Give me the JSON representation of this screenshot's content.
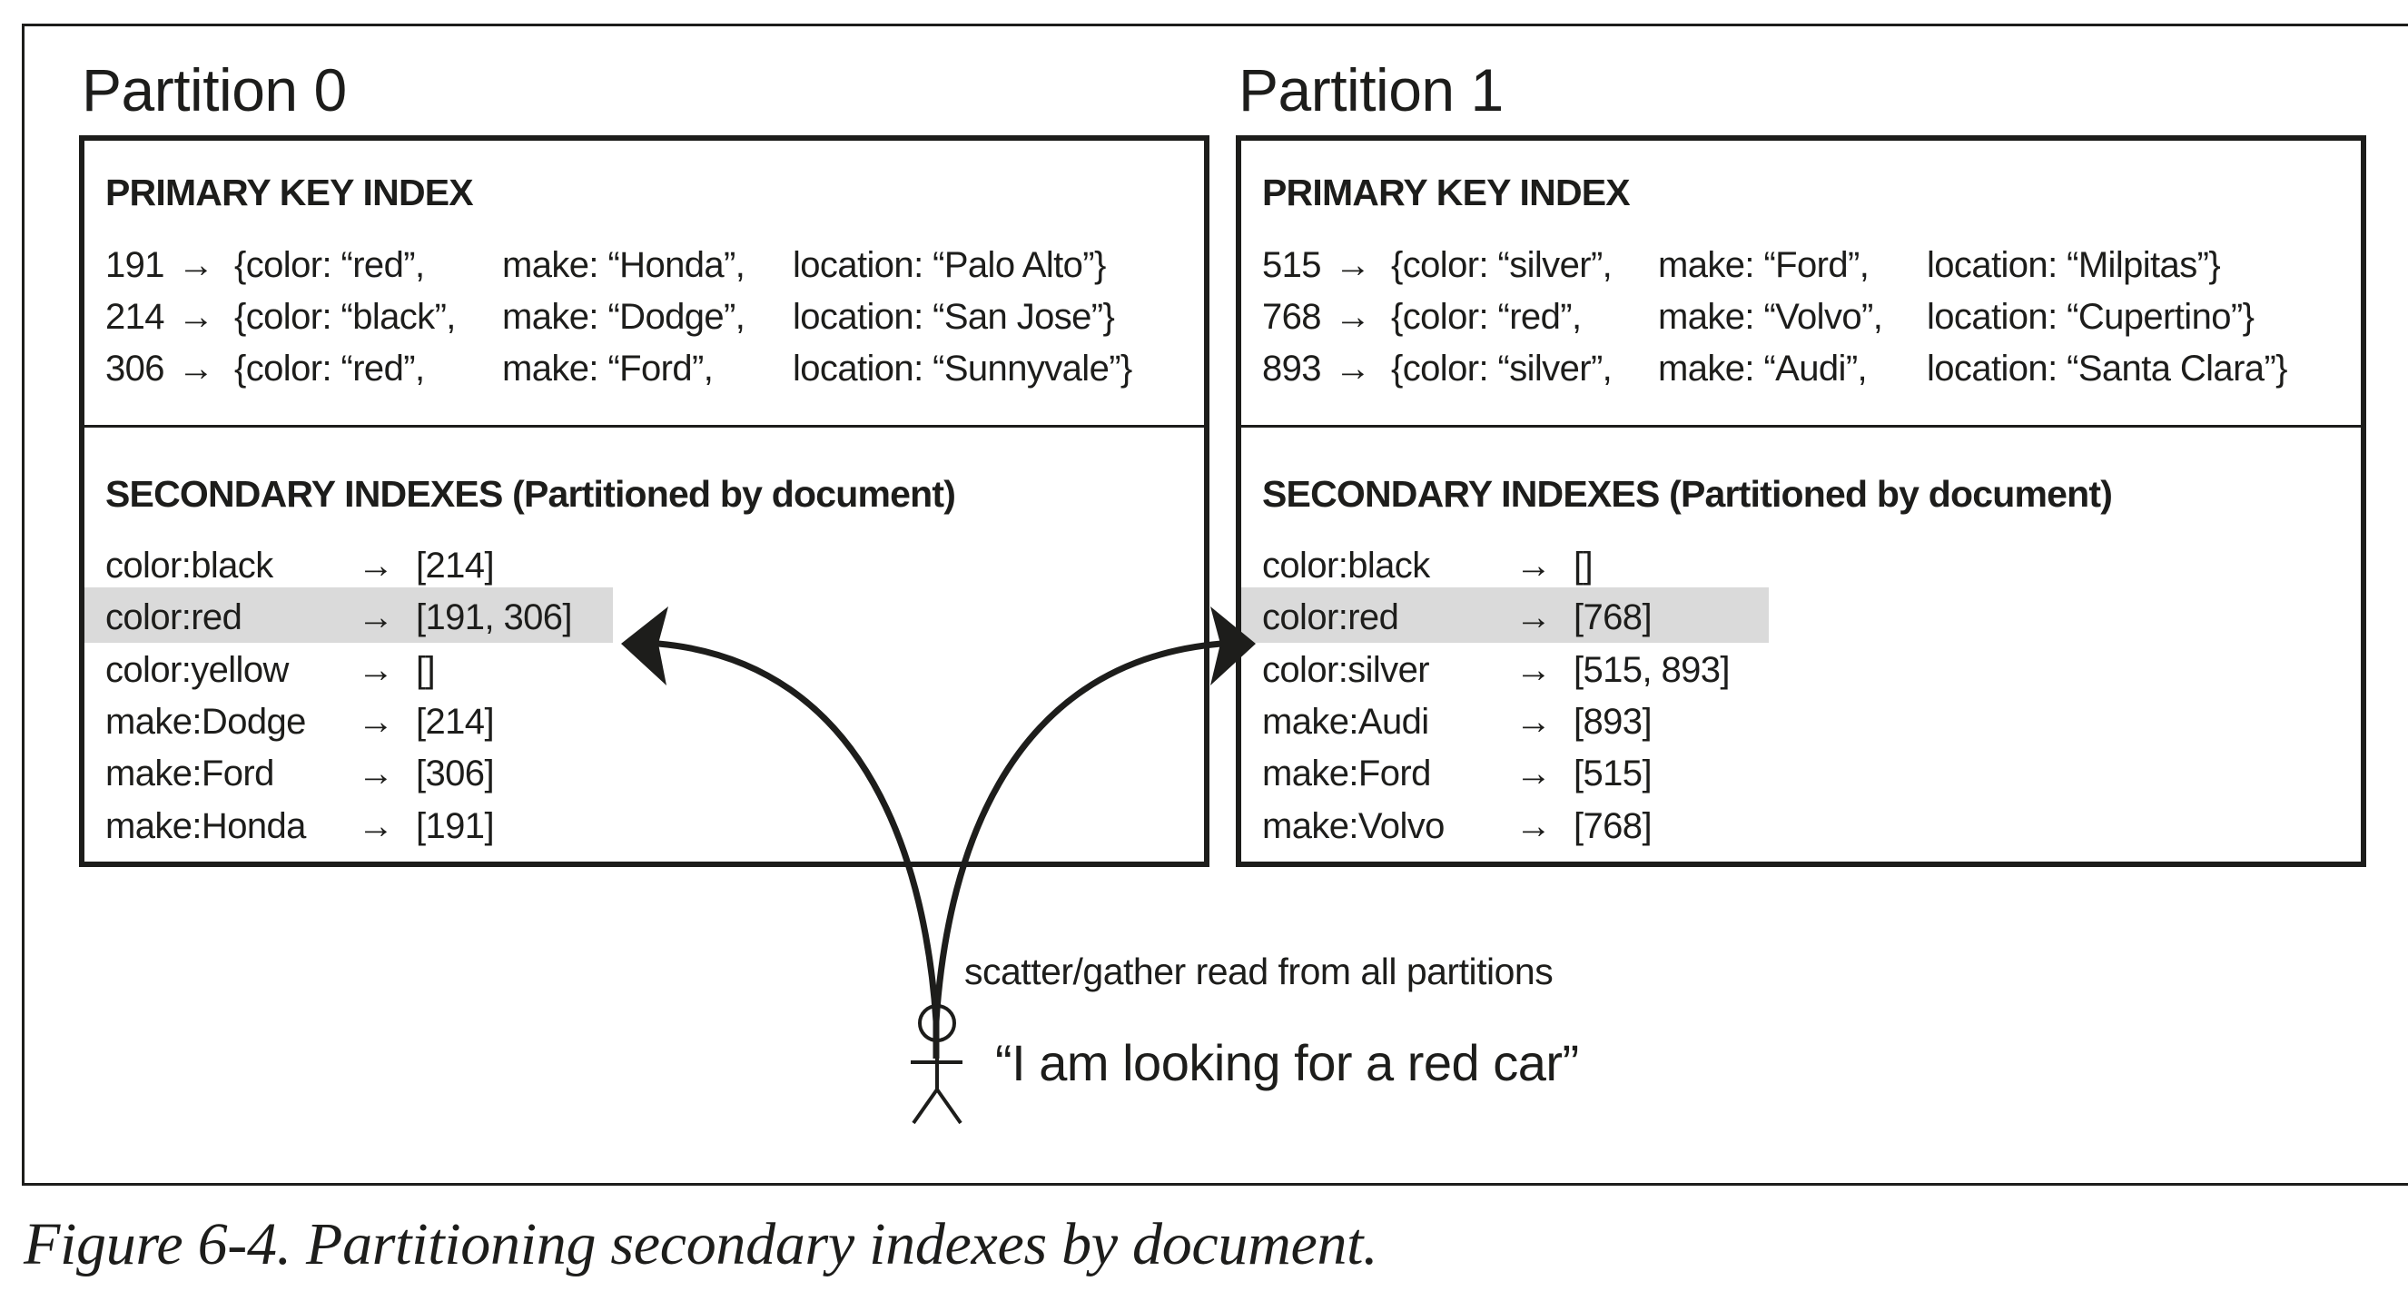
{
  "partitions": [
    {
      "title": "Partition 0",
      "primary_heading": "PRIMARY KEY INDEX",
      "primary_rows": [
        {
          "id": "191",
          "arrow": "→",
          "color": "{color: “red”,",
          "make": "make: “Honda”,",
          "location": "location: “Palo Alto”}"
        },
        {
          "id": "214",
          "arrow": "→",
          "color": "{color: “black”,",
          "make": "make: “Dodge”,",
          "location": "location: “San Jose”}"
        },
        {
          "id": "306",
          "arrow": "→",
          "color": "{color: “red”,",
          "make": "make: “Ford”,",
          "location": "location: “Sunnyvale”}"
        }
      ],
      "secondary_heading": "SECONDARY INDEXES (Partitioned by document)",
      "secondary_rows": [
        {
          "key": "color:black",
          "arrow": "→",
          "value": "[214]",
          "highlighted": false
        },
        {
          "key": "color:red",
          "arrow": "→",
          "value": "[191, 306]",
          "highlighted": true
        },
        {
          "key": "color:yellow",
          "arrow": "→",
          "value": "[]",
          "highlighted": false
        },
        {
          "key": "make:Dodge",
          "arrow": "→",
          "value": "[214]",
          "highlighted": false
        },
        {
          "key": "make:Ford",
          "arrow": "→",
          "value": "[306]",
          "highlighted": false
        },
        {
          "key": "make:Honda",
          "arrow": "→",
          "value": "[191]",
          "highlighted": false
        }
      ]
    },
    {
      "title": "Partition 1",
      "primary_heading": "PRIMARY KEY INDEX",
      "primary_rows": [
        {
          "id": "515",
          "arrow": "→",
          "color": "{color: “silver”,",
          "make": "make: “Ford”,",
          "location": "location: “Milpitas”}"
        },
        {
          "id": "768",
          "arrow": "→",
          "color": "{color: “red”,",
          "make": "make: “Volvo”,",
          "location": "location: “Cupertino”}"
        },
        {
          "id": "893",
          "arrow": "→",
          "color": "{color: “silver”,",
          "make": "make: “Audi”,",
          "location": "location: “Santa Clara”}"
        }
      ],
      "secondary_heading": "SECONDARY INDEXES (Partitioned by document)",
      "secondary_rows": [
        {
          "key": "color:black",
          "arrow": "→",
          "value": "[]",
          "highlighted": false
        },
        {
          "key": "color:red",
          "arrow": "→",
          "value": "[768]",
          "highlighted": true
        },
        {
          "key": "color:silver",
          "arrow": "→",
          "value": "[515, 893]",
          "highlighted": false
        },
        {
          "key": "make:Audi",
          "arrow": "→",
          "value": "[893]",
          "highlighted": false
        },
        {
          "key": "make:Ford",
          "arrow": "→",
          "value": "[515]",
          "highlighted": false
        },
        {
          "key": "make:Volvo",
          "arrow": "→",
          "value": "[768]",
          "highlighted": false
        }
      ]
    }
  ],
  "scatter_label": "scatter/gather read from all partitions",
  "user_quote": "“I am looking for a red car”",
  "caption": "Figure 6-4. Partitioning secondary indexes by document.",
  "colors": {
    "ink": "#1d1d1b",
    "highlight": "#dadada",
    "background": "#ffffff"
  }
}
